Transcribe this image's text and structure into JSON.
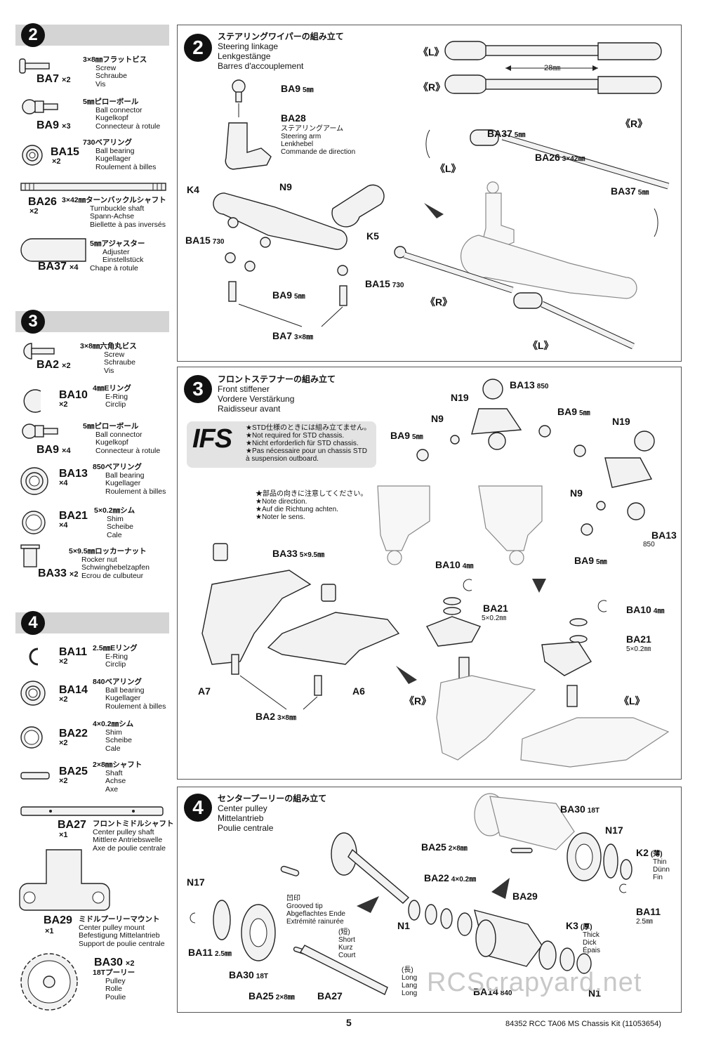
{
  "sidebar": {
    "sec2": {
      "num": "2",
      "items": [
        {
          "code": "BA7",
          "qty": "×2",
          "lines": [
            "3×8㎜フラットビス",
            "Screw",
            "Schraube",
            "Vis"
          ]
        },
        {
          "code": "BA9",
          "qty": "×3",
          "lines": [
            "5㎜ピローボール",
            "Ball connector",
            "Kugelkopf",
            "Connecteur à rotule"
          ]
        },
        {
          "code": "BA15",
          "qty": "×2",
          "lines": [
            "730ベアリング",
            "Ball bearing",
            "Kugellager",
            "Roulement à billes"
          ]
        },
        {
          "code": "BA26",
          "qty": "×2",
          "lines": [
            "3×42㎜ターンバックルシャフト",
            "Turnbuckle shaft",
            "Spann-Achse",
            "Biellette à pas inversés"
          ]
        },
        {
          "code": "BA37",
          "qty": "×4",
          "lines": [
            "5㎜アジャスター",
            "Adjuster",
            "Einstellstück",
            "Chape à rotule"
          ]
        }
      ]
    },
    "sec3": {
      "num": "3",
      "items": [
        {
          "code": "BA2",
          "qty": "×2",
          "lines": [
            "3×8㎜六角丸ビス",
            "Screw",
            "Schraube",
            "Vis"
          ]
        },
        {
          "code": "BA10",
          "qty": "×2",
          "lines": [
            "4㎜Eリング",
            "E-Ring",
            "Circlip"
          ]
        },
        {
          "code": "BA9",
          "qty": "×4",
          "lines": [
            "5㎜ピローボール",
            "Ball connector",
            "Kugelkopf",
            "Connecteur à rotule"
          ]
        },
        {
          "code": "BA13",
          "qty": "×4",
          "lines": [
            "850ベアリング",
            "Ball bearing",
            "Kugellager",
            "Roulement à billes"
          ]
        },
        {
          "code": "BA21",
          "qty": "×4",
          "lines": [
            "5×0.2㎜シム",
            "Shim",
            "Scheibe",
            "Cale"
          ]
        },
        {
          "code": "BA33",
          "qty": "×2",
          "lines": [
            "5×9.5㎜ロッカーナット",
            "Rocker nut",
            "Schwinghebelzapfen",
            "Ecrou de culbuteur"
          ]
        }
      ]
    },
    "sec4": {
      "num": "4",
      "items": [
        {
          "code": "BA11",
          "qty": "×2",
          "lines": [
            "2.5㎜Eリング",
            "E-Ring",
            "Circlip"
          ]
        },
        {
          "code": "BA14",
          "qty": "×2",
          "lines": [
            "840ベアリング",
            "Ball bearing",
            "Kugellager",
            "Roulement à billes"
          ]
        },
        {
          "code": "BA22",
          "qty": "×2",
          "lines": [
            "4×0.2㎜シム",
            "Shim",
            "Scheibe",
            "Cale"
          ]
        },
        {
          "code": "BA25",
          "qty": "×2",
          "lines": [
            "2×8㎜シャフト",
            "Shaft",
            "Achse",
            "Axe"
          ]
        },
        {
          "code": "BA27",
          "qty": "×1",
          "lines": [
            "フロントミドルシャフト",
            "Center pulley shaft",
            "Mittlere Antriebswelle",
            "Axe de poulie centrale"
          ]
        },
        {
          "code": "BA29",
          "qty": "×1",
          "lines": [
            "ミドルプーリーマウント",
            "Center pulley mount",
            "Befestigung Mittelantrieb",
            "Support de poulie centrale"
          ]
        },
        {
          "code": "BA30",
          "qty": "×2",
          "lines": [
            "18Tプーリー",
            "Pulley",
            "Rolle",
            "Poulie"
          ]
        }
      ]
    }
  },
  "panels": {
    "p2": {
      "num": "2",
      "title": [
        "ステアリングワイパーの組み立て",
        "Steering linkage",
        "Lenkgestänge",
        "Barres d'accouplement"
      ],
      "labels": {
        "L_top": "《L》",
        "R_top": "《R》",
        "dim": "28㎜",
        "ba9": "BA9",
        "ba9s": "5㎜",
        "ba28": "BA28",
        "ba28_lines": [
          "ステアリングアーム",
          "Steering arm",
          "Lenkhebel",
          "Commande de direction"
        ],
        "k4": "K4",
        "n9": "N9",
        "k5": "K5",
        "ba15a": "BA15",
        "ba15as": "730",
        "ba15b": "BA15",
        "ba15bs": "730",
        "ba9b": "BA9",
        "ba9bs": "5㎜",
        "ba7": "BA7",
        "ba7s": "3×8㎜",
        "ba37a": "BA37",
        "ba37as": "5㎜",
        "ba26": "BA26",
        "ba26s": "3×42㎜",
        "ba37b": "BA37",
        "ba37bs": "5㎜",
        "L_mid": "《L》",
        "R_mid": "《R》",
        "R_low": "《R》",
        "L_low": "《L》"
      }
    },
    "p3": {
      "num": "3",
      "title": [
        "フロントステフナーの組み立て",
        "Front stiffener",
        "Vordere Verstärkung",
        "Raidisseur avant"
      ],
      "ifs": "IFS",
      "ifs_lines": [
        "★STD仕様のときには組み立てません。",
        "★Not required for STD chassis.",
        "★Nicht erforderlich für STD chassis.",
        "★Pas nécessaire pour un chassis STD",
        "à suspension outboard."
      ],
      "note_lines": [
        "★部品の向きに注意してください。",
        "★Note direction.",
        "★Auf die Richtung achten.",
        "★Noter le sens."
      ],
      "labels": {
        "ba13": "BA13",
        "ba13s": "850",
        "n19a": "N19",
        "n9a": "N9",
        "ba9a": "BA9",
        "ba9as": "5㎜",
        "ba9b": "BA9",
        "ba9bs": "5㎜",
        "n19b": "N19",
        "n9b": "N9",
        "ba13b": "BA13",
        "ba13bs": "850",
        "ba9c": "BA9",
        "ba9cs": "5㎜",
        "ba33": "BA33",
        "ba33s": "5×9.5㎜",
        "ba10a": "BA10",
        "ba10as": "4㎜",
        "ba21a": "BA21",
        "ba21as": "5×0.2㎜",
        "ba10b": "BA10",
        "ba10bs": "4㎜",
        "ba21b": "BA21",
        "ba21bs": "5×0.2㎜",
        "a7": "A7",
        "a6": "A6",
        "ba2": "BA2",
        "ba2s": "3×8㎜",
        "R": "《R》",
        "L": "《L》"
      }
    },
    "p4": {
      "num": "4",
      "title": [
        "センタープーリーの組み立て",
        "Center pulley",
        "Mittelantrieb",
        "Poulie centrale"
      ],
      "labels": {
        "ba30a": "BA30",
        "ba30as": "18T",
        "n17a": "N17",
        "k2": "K2",
        "k2s": "(薄)",
        "k2_lines": [
          "Thin",
          "Dünn",
          "Fin"
        ],
        "ba11a": "BA11",
        "ba11as": "2.5㎜",
        "ba25a": "BA25",
        "ba25as": "2×8㎜",
        "ba22": "BA22",
        "ba22s": "4×0.2㎜",
        "ba29": "BA29",
        "n17b": "N17",
        "grooved": [
          "凹印",
          "Grooved tip",
          "Abgeflachtes Ende",
          "Extrémité rainurée"
        ],
        "short": [
          "(短)",
          "Short",
          "Kurz",
          "Court"
        ],
        "n1a": "N1",
        "k3": "K3",
        "k3s": "(厚)",
        "k3_lines": [
          "Thick",
          "Dick",
          "Épais"
        ],
        "ba11b": "BA11",
        "ba11bs": "2.5㎜",
        "ba30b": "BA30",
        "ba30bs": "18T",
        "long": [
          "(長)",
          "Long",
          "Lang",
          "Long"
        ],
        "ba25b": "BA25",
        "ba25bs": "2×8㎜",
        "ba27": "BA27",
        "ba14": "BA14",
        "ba14s": "840",
        "n1b": "N1"
      }
    }
  },
  "footer": {
    "page": "5",
    "kit": "84352  RCC TA06 MS Chassis Kit (11053654)"
  },
  "watermark": "RCScrapyard.net"
}
